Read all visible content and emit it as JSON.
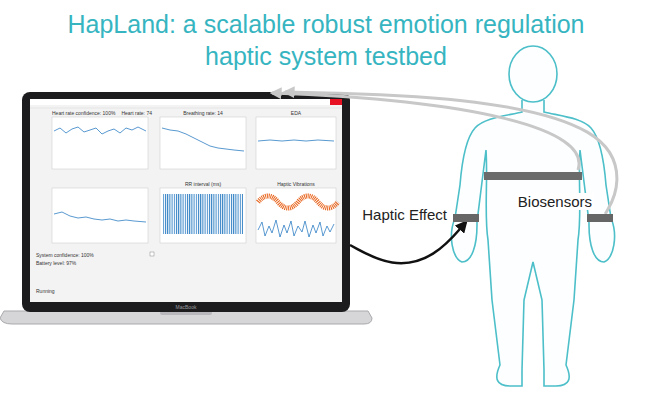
{
  "diagram": {
    "title": "HapLand: a scalable robust emotion regulation haptic system testbed",
    "nodes": [
      {
        "text": [
          "Heart rate confidence: 100%",
          "Heart rate: 74",
          "Breathing rate: 14",
          "EDA",
          "RR interval (ms)",
          "Haptic Vibrations",
          "System confidence: 100%",
          "Battery level: 97%",
          "Running"
        ]
      },
      {
        "text": [
          "Biosensors"
        ]
      },
      {
        "text": [
          "Haptic Effect"
        ]
      }
    ],
    "edges": [
      {
        "from": 1,
        "to": 0,
        "arrow": "to"
      },
      {
        "from": 0,
        "to": 2,
        "arrow": "to"
      }
    ],
    "labels": [
      "MacBook"
    ]
  }
}
